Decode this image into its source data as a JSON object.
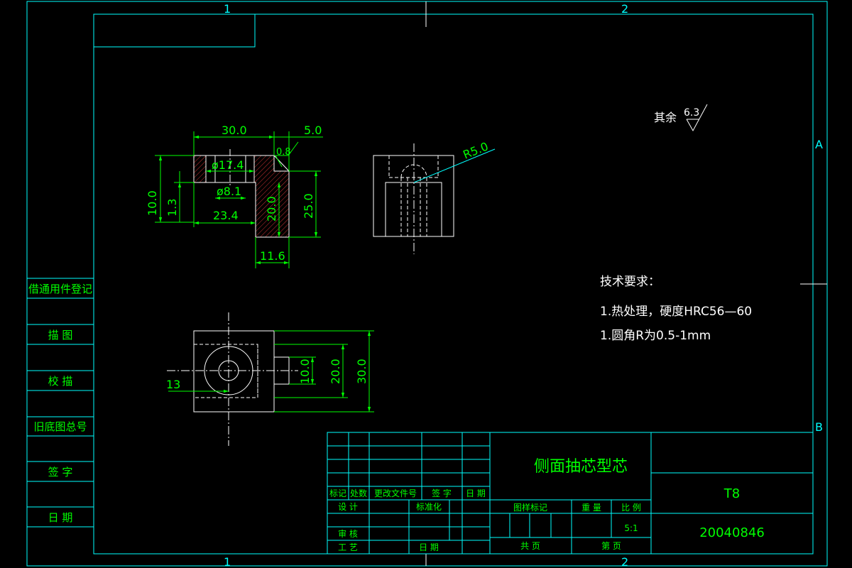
{
  "colors": {
    "background": "#000000",
    "frame": "#00ffff",
    "geometry": "#ffffff",
    "dimension": "#00ff00",
    "hatch": "#ff4040",
    "center": "#ffffff"
  },
  "zone_labels": {
    "col1_top": "1",
    "col2_top": "2",
    "col1_bottom": "1",
    "col2_bottom": "2",
    "row_a": "A",
    "row_b": "B"
  },
  "side_labels": [
    "借通用件登记",
    "描 图",
    "校 描",
    "旧底图总号",
    "签 字",
    "日 期"
  ],
  "surface_finish": {
    "prefix": "其余",
    "value": "6.3"
  },
  "dimensions": {
    "top_30": "30.0",
    "top_5": "5.0",
    "roughness_08": "0.8",
    "dia_174": "ø17.4",
    "dia_81": "ø8.1",
    "left_100": "10.0",
    "left_13": "1.3",
    "w_234": "23.4",
    "h_200": "20.0",
    "h_250": "25.0",
    "w_116": "11.6",
    "r_50": "R5.0",
    "plan_13": "13",
    "plan_100": "10.0",
    "plan_200": "20.0",
    "plan_300": "30.0"
  },
  "tech_requirements": {
    "title": "技术要求：",
    "line1": "1.热处理，硬度HRC56—60",
    "line2": "1.圆角R为0.5-1mm"
  },
  "title_block": {
    "part_name": "侧面抽芯型芯",
    "material": "T8",
    "drawing_number": "20040846",
    "header_biaoji": "标记",
    "header_chushu": "处数",
    "header_gaiwen": "更改文件号",
    "header_qianzi": "签 字",
    "header_riqi": "日 期",
    "design": "设 计",
    "standardize": "标准化",
    "review": "审 核",
    "process": "工 艺",
    "date": "日 期",
    "stage_mark": "图样标记",
    "weight": "重 量",
    "scale_label": "比 例",
    "scale_value": "5:1",
    "sheets_total": "共    页",
    "sheet_no": "第    页"
  }
}
